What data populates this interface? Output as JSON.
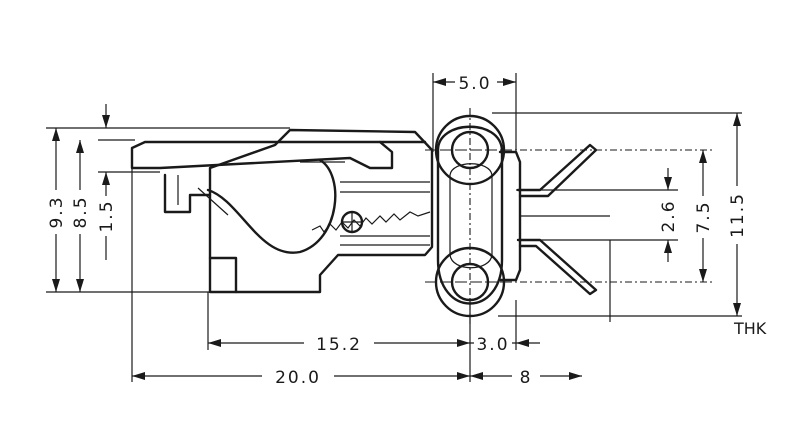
{
  "diagram": {
    "dimensions": {
      "top_width": "5.0",
      "height_total": "9.3",
      "height_body": "8.5",
      "lever_height": "1.5",
      "terminal_spacing": "2.6",
      "terminal_span": "7.5",
      "overall_height": "11.5",
      "body_length": "15.2",
      "housing_width": "3.0",
      "overall_length": "20.0",
      "terminal_length": "8",
      "thickness_label": "THK"
    }
  }
}
